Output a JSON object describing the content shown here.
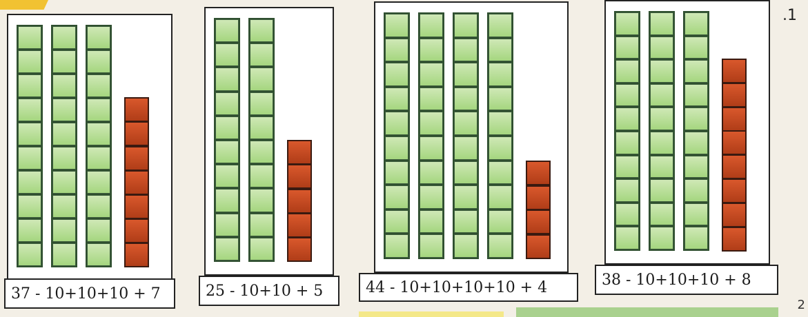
{
  "page": {
    "question_number": ".1",
    "side_mark": "2"
  },
  "cards": [
    {
      "tens": 3,
      "ones": 7,
      "equation": "37 - 10+10+10 + 7"
    },
    {
      "tens": 2,
      "ones": 5,
      "equation": "25 - 10+10 + 5"
    },
    {
      "tens": 4,
      "ones": 4,
      "equation": "44 - 10+10+10+10 + 4"
    },
    {
      "tens": 3,
      "ones": 8,
      "equation": "38 - 10+10+10 + 8"
    }
  ],
  "colors": {
    "tens_block": "#b5dd90",
    "unit_block": "#c4471f",
    "border": "#222222"
  }
}
